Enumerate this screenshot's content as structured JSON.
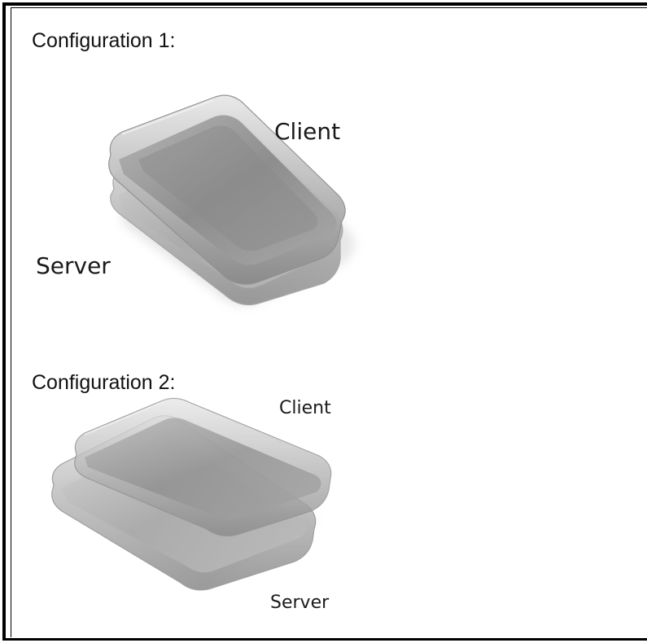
{
  "config1": {
    "heading": "Configuration 1:",
    "client_label": "Client",
    "server_label": "Server"
  },
  "config2": {
    "heading": "Configuration 2:",
    "client_label": "Client",
    "server_label": "Server"
  }
}
